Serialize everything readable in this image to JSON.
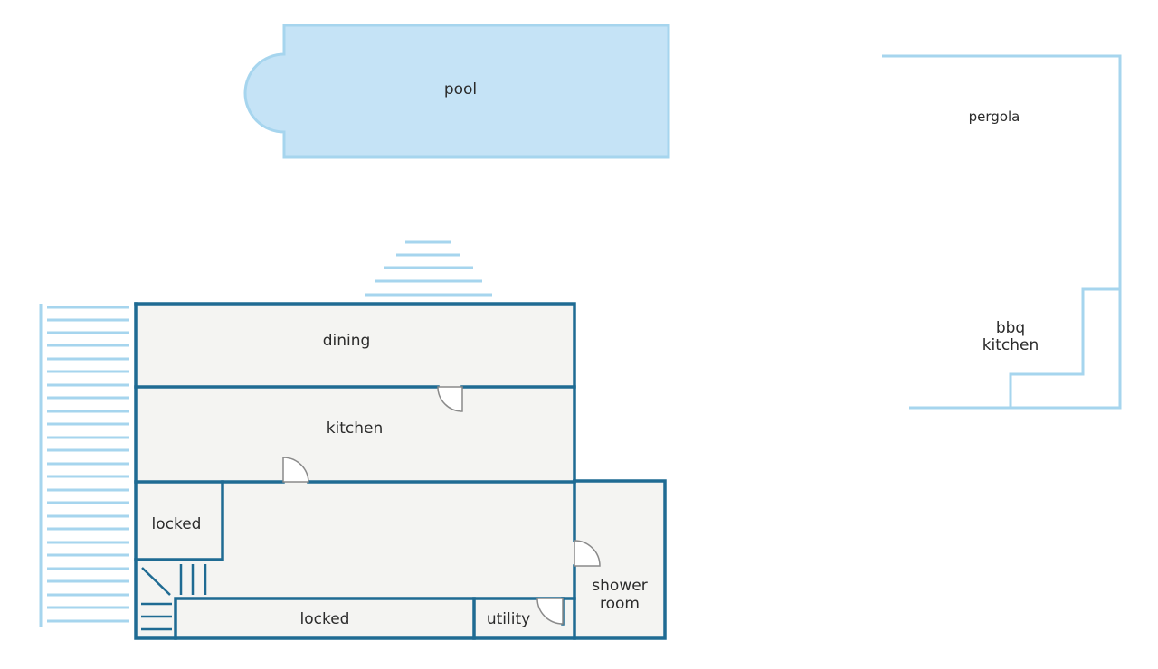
{
  "colors": {
    "wall": "#1f6b93",
    "floor": "#f4f4f2",
    "pool_fill": "#c5e3f6",
    "light_line": "#a6d5ee",
    "door": "#8a8a8a",
    "text": "#2b2b2b"
  },
  "labels": {
    "pool": "pool",
    "pergola": "pergola",
    "bbq_kitchen_line1": "bbq",
    "bbq_kitchen_line2": "kitchen",
    "dining": "dining",
    "kitchen": "kitchen",
    "locked_upper": "locked",
    "locked_lower": "locked",
    "utility": "utility",
    "shower_line1": "shower",
    "shower_line2": "room"
  }
}
